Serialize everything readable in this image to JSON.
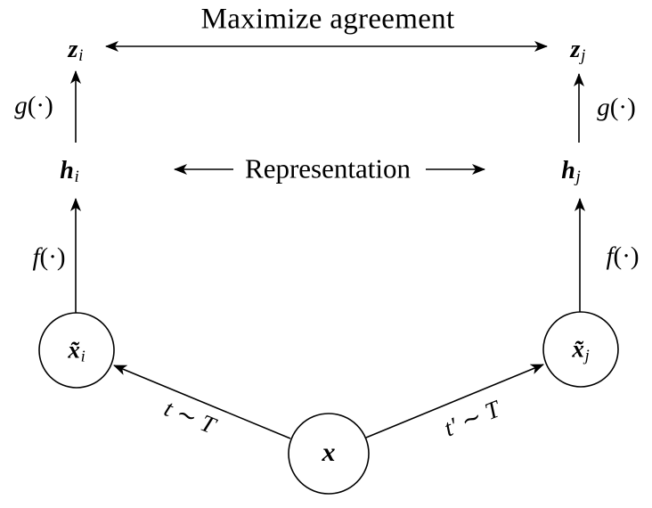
{
  "diagram": {
    "title": "Maximize agreement",
    "representation_label": "Representation",
    "nodes": {
      "z_i": {
        "base": "z",
        "sub": "i"
      },
      "z_j": {
        "base": "z",
        "sub": "j"
      },
      "h_i": {
        "base": "h",
        "sub": "i"
      },
      "h_j": {
        "base": "h",
        "sub": "j"
      },
      "x_tilde_i": {
        "base": "x̃",
        "sub": "i"
      },
      "x_tilde_j": {
        "base": "x̃",
        "sub": "j"
      },
      "x": {
        "base": "x"
      }
    },
    "functions": {
      "g": {
        "name": "g",
        "args": "(·)"
      },
      "f": {
        "name": "f",
        "args": "(·)"
      }
    },
    "transforms": {
      "left": {
        "var": "t",
        "tilde": "∼",
        "dist": "T"
      },
      "right": {
        "var": "t′",
        "tilde": "∼",
        "dist": "T"
      }
    },
    "colors": {
      "ink": "#000000",
      "background": "#ffffff"
    }
  }
}
